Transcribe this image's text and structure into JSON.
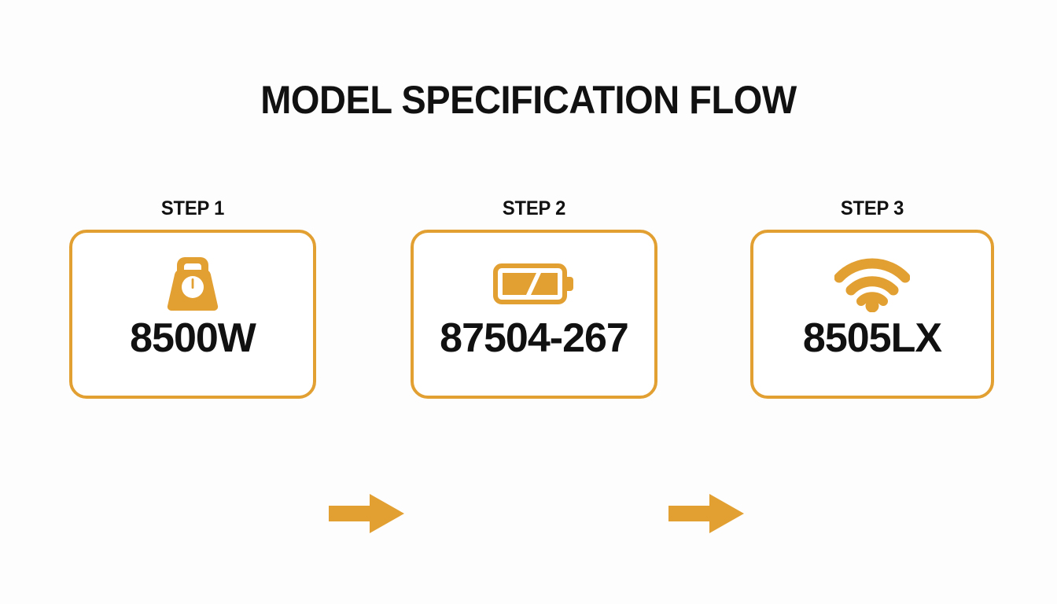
{
  "page": {
    "title": "MODEL SPECIFICATION FLOW",
    "background_color": "#fdfdfd",
    "accent_color": "#e2a033",
    "text_color": "#111111"
  },
  "flow": {
    "steps": [
      {
        "label": "STEP 1",
        "icon": "weight-scale-icon",
        "model": "8500W"
      },
      {
        "label": "STEP 2",
        "icon": "battery-icon",
        "model": "87504-267"
      },
      {
        "label": "STEP 3",
        "icon": "wifi-icon",
        "model": "8505LX"
      }
    ],
    "connectors": [
      {
        "icon": "arrow-right-icon"
      },
      {
        "icon": "arrow-right-icon"
      }
    ]
  }
}
